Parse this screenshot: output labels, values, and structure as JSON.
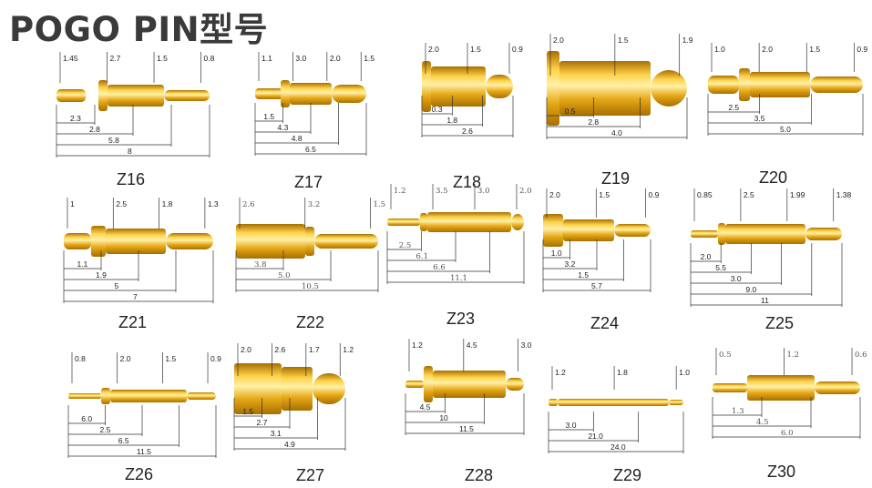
{
  "title": "POGO PIN型号",
  "colors": {
    "gold": "#e6a817",
    "gold_light": "#ffd24a",
    "gold_dark": "#a86f00"
  },
  "pins": [
    {
      "model": "Z16",
      "top": [
        "1.45",
        "2.7",
        "1.5",
        "0.8"
      ],
      "bottom": [
        "2.3",
        "2.8",
        "5.8",
        "8"
      ]
    },
    {
      "model": "Z17",
      "top": [
        "1.1",
        "3.0",
        "2.0",
        "1.5"
      ],
      "bottom": [
        "1.5",
        "4.3",
        "4.8",
        "6.5"
      ]
    },
    {
      "model": "Z18",
      "top": [
        "2.0",
        "1.5",
        "0.9"
      ],
      "bottom": [
        "0.3",
        "1.8",
        "2.6"
      ]
    },
    {
      "model": "Z19",
      "top": [
        "2.0",
        "1.5",
        "1.9"
      ],
      "bottom": [
        "0.5",
        "2.8",
        "4.0"
      ]
    },
    {
      "model": "Z20",
      "top": [
        "1.0",
        "2.0",
        "1.5",
        "0.9"
      ],
      "bottom": [
        "2.5",
        "3.5",
        "5.0"
      ]
    },
    {
      "model": "Z21",
      "top": [
        "1",
        "2.5",
        "1.8",
        "1.3"
      ],
      "bottom": [
        "1.1",
        "1.9",
        "5",
        "7"
      ]
    },
    {
      "model": "Z22",
      "top": [
        "2.6",
        "3.2",
        "1.5"
      ],
      "bottom": [
        "3.8",
        "5.0",
        "10.5"
      ]
    },
    {
      "model": "Z23",
      "top": [
        "1.2",
        "3.5",
        "3.0",
        "2.0"
      ],
      "bottom": [
        "2.5",
        "6.1",
        "6.6",
        "11.1"
      ]
    },
    {
      "model": "Z24",
      "top": [
        "2.0",
        "1.5",
        "0.9"
      ],
      "bottom": [
        "1.0",
        "3.2",
        "1.5",
        "5.7"
      ]
    },
    {
      "model": "Z25",
      "top": [
        "0.85",
        "2.5",
        "1.99",
        "1.38"
      ],
      "bottom": [
        "2.0",
        "5.5",
        "3.0",
        "9.0",
        "11"
      ]
    },
    {
      "model": "Z26",
      "top": [
        "0.8",
        "2.0",
        "1.5",
        "0.9"
      ],
      "bottom": [
        "6.0",
        "2.5",
        "6.5",
        "11.5"
      ]
    },
    {
      "model": "Z27",
      "top": [
        "2.0",
        "2.6",
        "1.7",
        "1.2"
      ],
      "bottom": [
        "1.5",
        "2.7",
        "3.1",
        "4.9"
      ]
    },
    {
      "model": "Z28",
      "top": [
        "1.2",
        "4.5",
        "3.0"
      ],
      "bottom": [
        "4.5",
        "10",
        "11.5"
      ]
    },
    {
      "model": "Z29",
      "top": [
        "1.2",
        "1.8",
        "1.0"
      ],
      "bottom": [
        "3.0",
        "21.0",
        "24.0"
      ]
    },
    {
      "model": "Z30",
      "top": [
        "0.5",
        "1.2",
        "0.6"
      ],
      "bottom": [
        "1.3",
        "4.5",
        "6.0"
      ]
    }
  ]
}
